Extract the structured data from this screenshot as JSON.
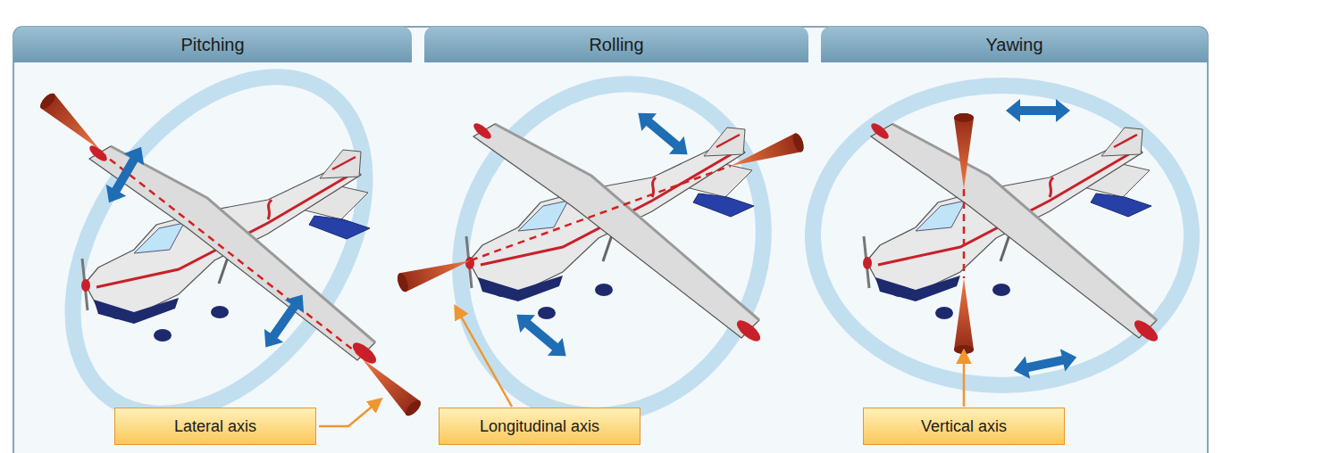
{
  "diagram": {
    "nodes": [
      {
        "text": [
          "Pitching"
        ]
      },
      {
        "text": [
          "Rolling"
        ]
      },
      {
        "text": [
          "Yawing"
        ]
      },
      {
        "text": [
          "Lateral axis"
        ]
      },
      {
        "text": [
          "Longitudinal axis"
        ]
      },
      {
        "text": [
          "Vertical axis"
        ]
      }
    ]
  }
}
